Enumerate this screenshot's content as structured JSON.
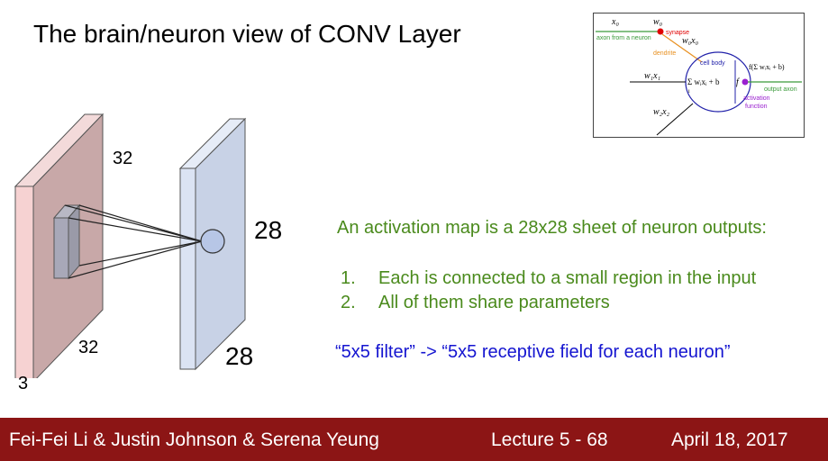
{
  "slide": {
    "title": "The brain/neuron view of CONV Layer",
    "input_volume": {
      "height": "32",
      "width": "32",
      "depth": "3"
    },
    "activation_map": {
      "height": "28",
      "width": "28"
    },
    "description": "An activation map is a 28x28 sheet of neuron outputs:",
    "list": [
      {
        "num": "1.",
        "text": "Each is connected to a small region in the input"
      },
      {
        "num": "2.",
        "text": "All of them share parameters"
      }
    ],
    "quote": "“5x5 filter” -> “5x5 receptive field for each neuron”"
  },
  "neuron_diagram": {
    "x0": "x₀",
    "w0": "w₀",
    "w0x0": "w₀x₀",
    "synapse": "synapse",
    "axon_from_neuron": "axon from a neuron",
    "dendrite": "dendrite",
    "cell_body": "cell body",
    "sum": "Σ wᵢxᵢ + b",
    "sum_index": "i",
    "f": "f",
    "f_expr": "f(Σ wᵢxᵢ + b)",
    "output_axon": "output axon",
    "activation": "activation",
    "function": "function",
    "w1x1": "w₁x₁",
    "w2x2": "w₂x₂"
  },
  "footer": {
    "authors": "Fei-Fei Li & Justin Johnson & Serena Yeung",
    "lecture": "Lecture 5 - 68",
    "date": "April 18, 2017"
  },
  "colors": {
    "footer_bg": "#8c1515",
    "input_volume": "#e8c8c8",
    "activation_map": "#d6dff0",
    "green_text": "#4a8a1c",
    "blue_text": "#1414d0"
  }
}
